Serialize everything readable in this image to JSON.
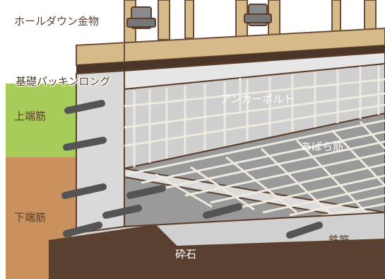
{
  "labels": {
    "hold_down": "ホールダウン金物",
    "packing": "基礎パッキンロング",
    "top_rebar": "上端筋",
    "bottom_rebar": "下端筋",
    "anchor_bolt": "アンカーボルト",
    "stirrup": "あばら筋",
    "rebar": "鉄筋",
    "gravel": "砕石"
  },
  "colors": {
    "wood": "#d6ba8a",
    "wood_line": "#6e4e36",
    "concrete": "#d8d8d8",
    "slab": "#9a9a9a",
    "rebar_light": "#efeadf",
    "rebar_dark": "#545454",
    "soil": "#c8915d",
    "grass": "#a7cc5a",
    "gravel": "#5a4030",
    "outline": "#5b3f2c"
  }
}
